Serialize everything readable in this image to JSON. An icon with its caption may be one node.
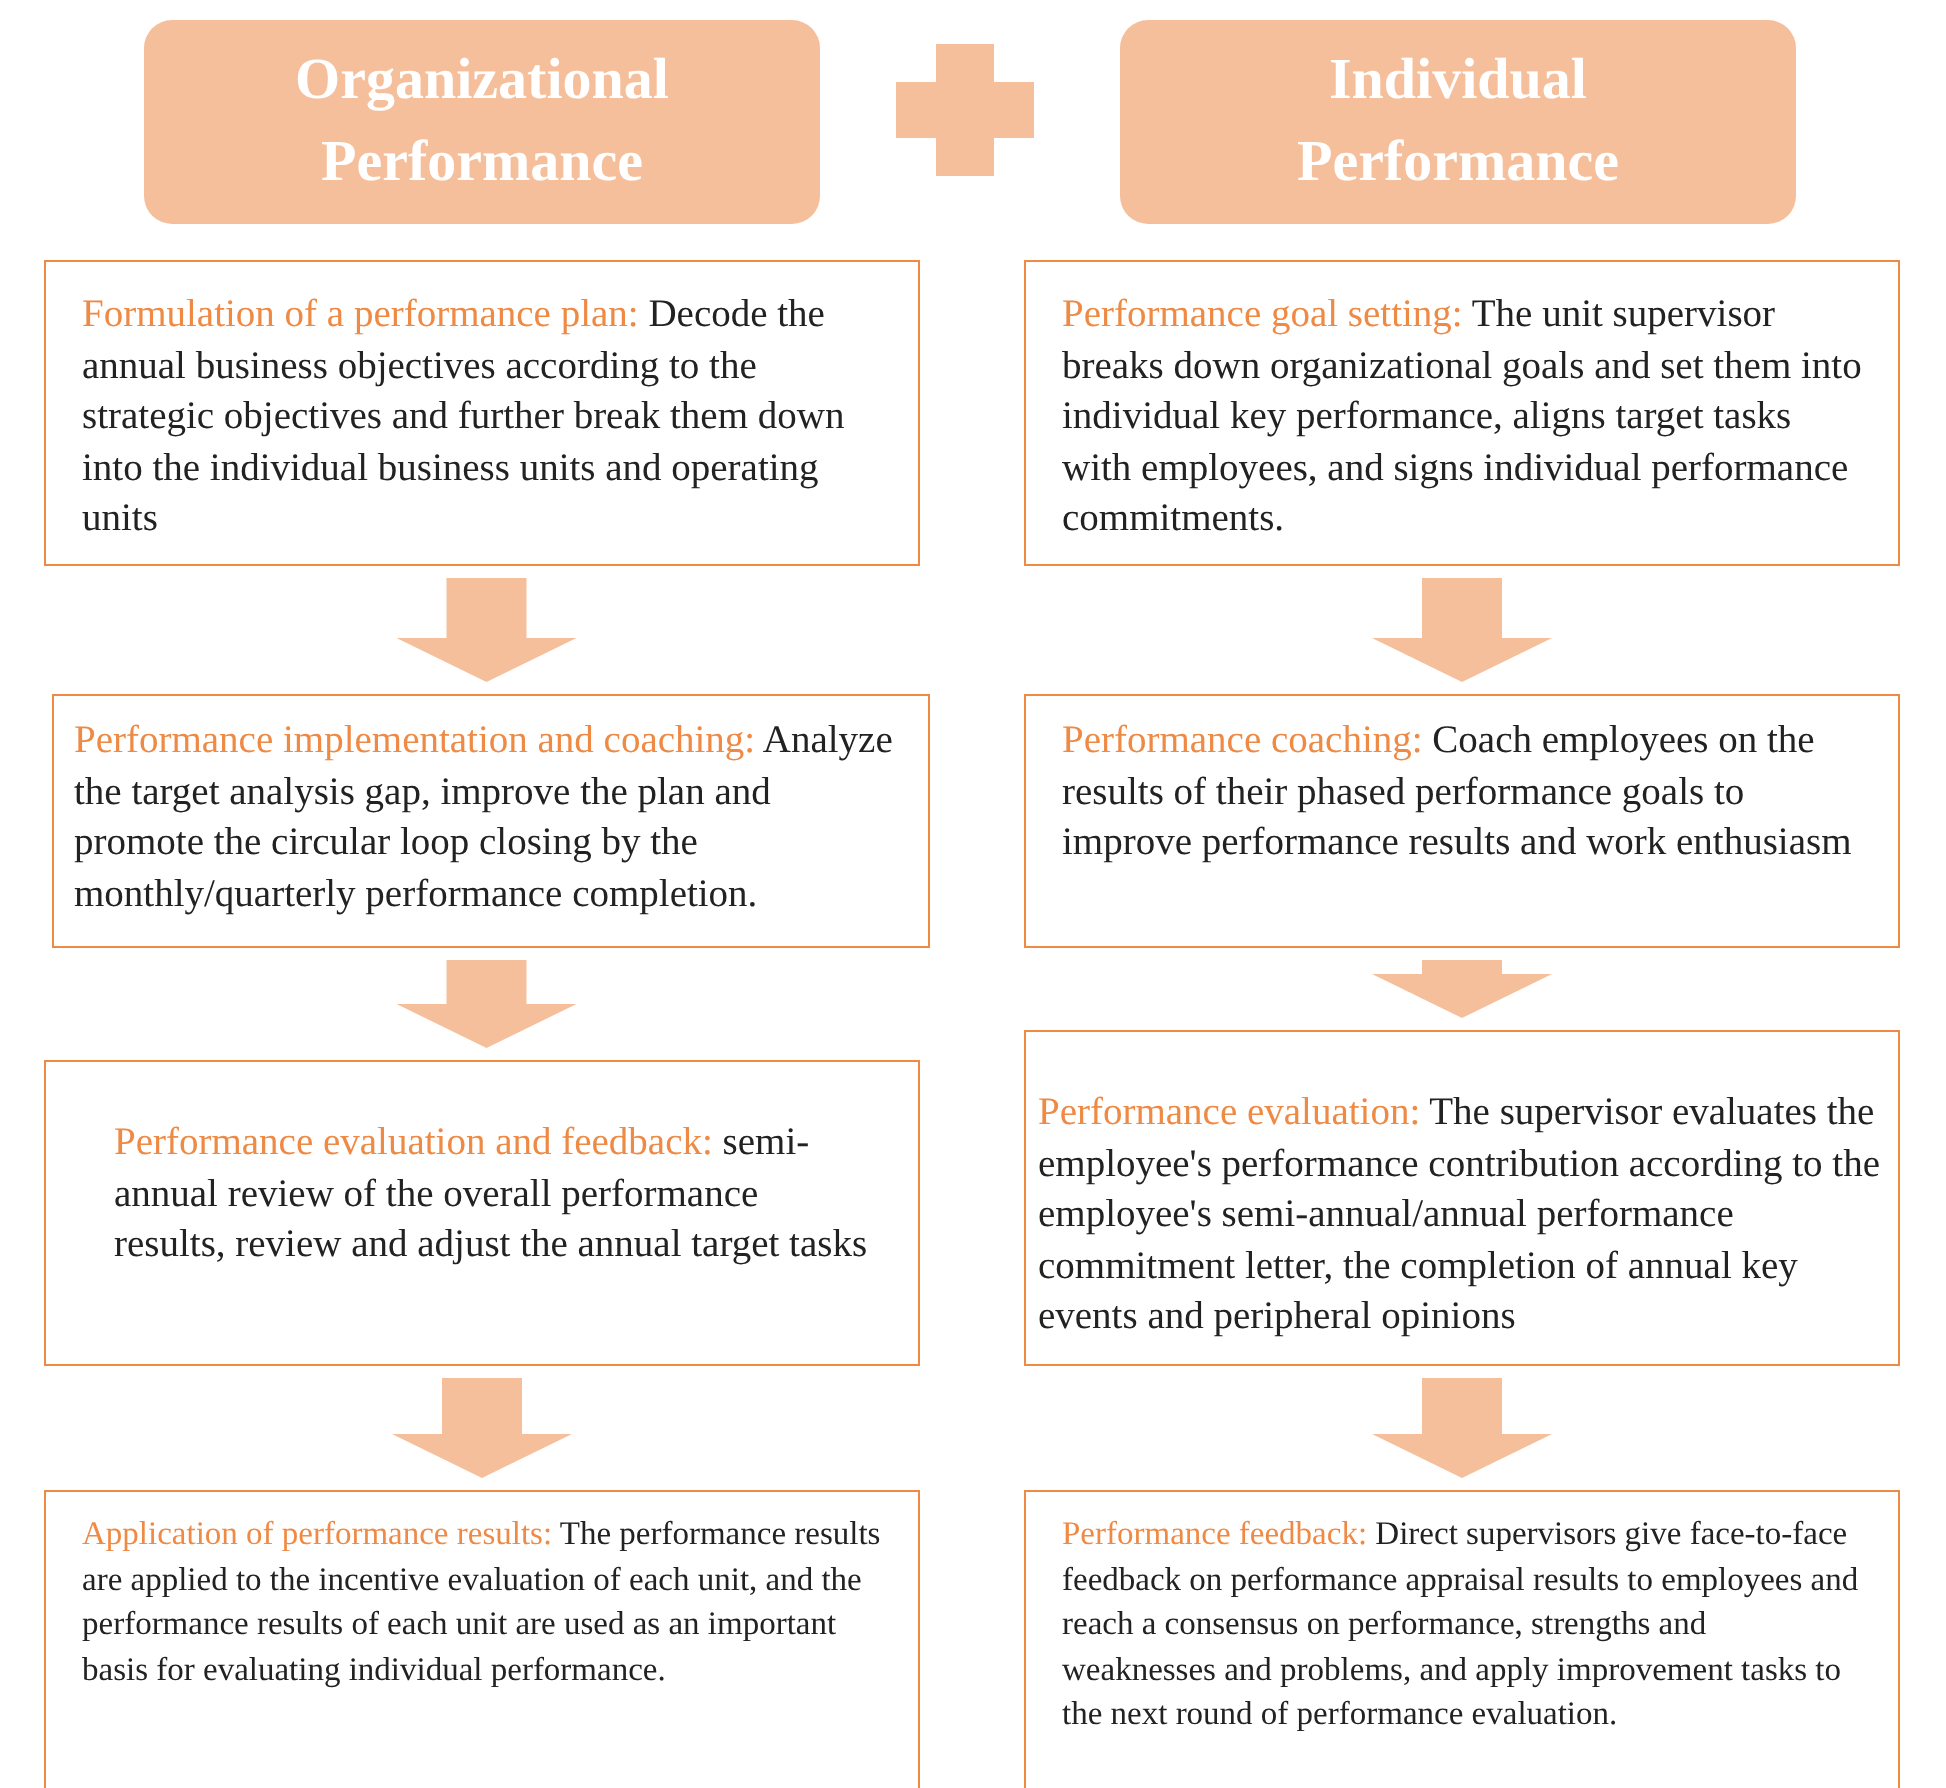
{
  "diagram": {
    "nodes": [
      {
        "text": [
          "Organizational Performance"
        ]
      },
      {
        "text": [
          "Individual Performance"
        ]
      },
      {
        "text": [
          "Formulation of a performance plan:",
          "Decode the annual business objectives according to the strategic objectives and further break them down into the individual business units and operating units"
        ]
      },
      {
        "text": [
          "Performance goal setting:",
          "The unit supervisor breaks down organizational goals and set them into individual key performance, aligns target tasks with employees, and signs individual performance commitments."
        ]
      },
      {
        "text": [
          "Performance implementation and coaching:",
          "Analyze the target analysis gap, improve the plan and promote the circular loop closing by the monthly/quarterly performance completion."
        ]
      },
      {
        "text": [
          "Performance coaching:",
          "Coach employees on the results of their phased performance goals to improve performance results and work enthusiasm"
        ]
      },
      {
        "text": [
          "Performance evaluation and feedback:",
          "semi-annual review of the overall performance results, review and adjust the annual target tasks"
        ]
      },
      {
        "text": [
          "Performance evaluation:",
          "The supervisor evaluates the employee's performance contribution according to the employee's semi-annual/annual performance commitment letter, the completion of annual key events and peripheral opinions"
        ]
      },
      {
        "text": [
          "Application of performance results:",
          "The performance results are applied to the incentive evaluation of each unit, and the performance results of each unit are used as an important basis for evaluating individual performance."
        ]
      },
      {
        "text": [
          "Performance feedback:",
          "Direct supervisors give face-to-face feedback on performance appraisal results to employees and reach a consensus on performance, strengths and weaknesses and problems, and apply improvement tasks to the next round of performance evaluation."
        ]
      }
    ],
    "edges": [
      {
        "from": 2,
        "to": 4,
        "arrow": "to"
      },
      {
        "from": 4,
        "to": 6,
        "arrow": "to"
      },
      {
        "from": 6,
        "to": 8,
        "arrow": "to"
      },
      {
        "from": 3,
        "to": 5,
        "arrow": "to"
      },
      {
        "from": 5,
        "to": 7,
        "arrow": "to"
      },
      {
        "from": 7,
        "to": 9,
        "arrow": "to"
      }
    ]
  }
}
